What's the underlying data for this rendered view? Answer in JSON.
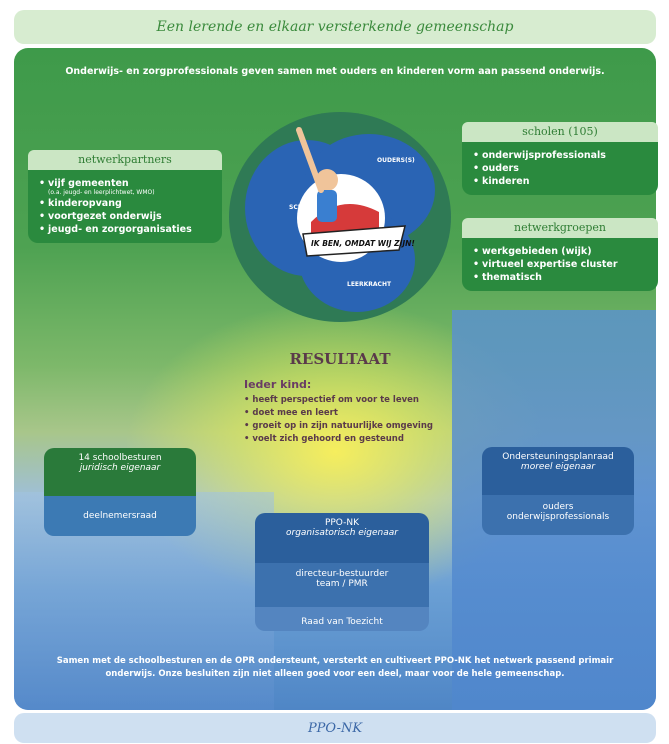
{
  "header": {
    "title": "Een lerende en elkaar versterkende gemeenschap"
  },
  "intro": "Onderwijs- en zorgprofessionals geven samen met ouders en kinderen vorm aan passend onderwijs.",
  "netwerkpartners": {
    "title": "netwerkpartners",
    "items": [
      {
        "label": "vijf gemeenten",
        "sub": "(o.a. jeugd- en leerplichtwet, WMO)"
      },
      {
        "label": "kinderopvang"
      },
      {
        "label": "voortgezet onderwijs"
      },
      {
        "label": "jeugd- en zorgorganisaties"
      }
    ]
  },
  "scholen": {
    "title": "scholen (105)",
    "items": [
      "onderwijsprofessionals",
      "ouders",
      "kinderen"
    ]
  },
  "netwerkgroepen": {
    "title": "netwerkgroepen",
    "items": [
      "werkgebieden (wijk)",
      "virtueel expertise cluster",
      "thematisch"
    ]
  },
  "circle": {
    "school": "SCHOOL",
    "ouders": "OUDERS(S)",
    "leerkracht": "LEERKRACHT",
    "speech": "IK BEN, OMDAT WIJ ZIJN!"
  },
  "result": {
    "title": "RESULTAAT",
    "subtitle": "Ieder kind:",
    "items": [
      "heeft perspectief om voor te leven",
      "doet mee en leert",
      "groeit op in zijn natuurlijke omgeving",
      "voelt zich gehoord en gesteund"
    ]
  },
  "schoolbesturen": {
    "line1": "14 schoolbesturen",
    "line2": "juridisch eigenaar",
    "bottom": "deelnemersraad"
  },
  "ondersteuning": {
    "line1": "Ondersteuningsplanraad",
    "line2": "moreel eigenaar",
    "bottom1": "ouders",
    "bottom2": "onderwijsprofessionals"
  },
  "pponk": {
    "line1": "PPO-NK",
    "line2": "organisatorisch eigenaar",
    "mid1": "directeur-bestuurder",
    "mid2": "team / PMR",
    "low": "Raad van Toezicht"
  },
  "closing": {
    "line1": "Samen met de schoolbesturen en de OPR ondersteunt, versterkt en cultiveert PPO-NK het netwerk passend primair",
    "line2": "onderwijs. Onze besluiten zijn niet alleen goed voor een deel, maar voor de hele gemeenschap."
  },
  "footer": {
    "title": "PPO-NK"
  }
}
